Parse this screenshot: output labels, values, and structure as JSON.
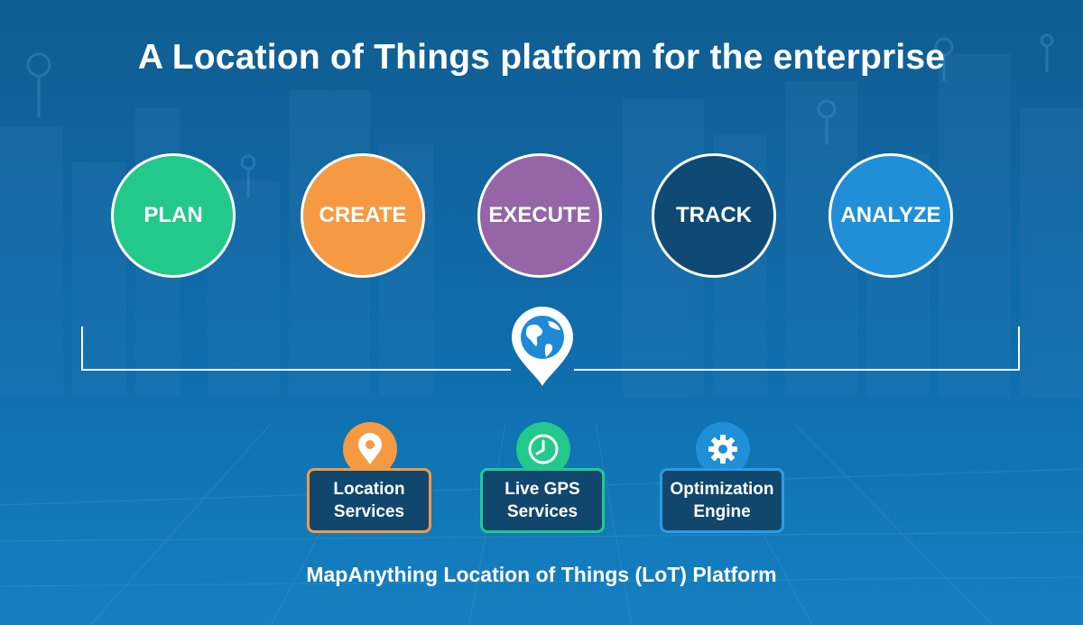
{
  "title": "A Location of Things platform for the enterprise",
  "stages": [
    {
      "label": "PLAN",
      "color": "#22c98a"
    },
    {
      "label": "CREATE",
      "color": "#f59a42"
    },
    {
      "label": "EXECUTE",
      "color": "#9565a8"
    },
    {
      "label": "TRACK",
      "color": "#0f4a74"
    },
    {
      "label": "ANALYZE",
      "color": "#1f8fd8"
    }
  ],
  "center_icon": "globe-pin-icon",
  "services": [
    {
      "line1": "Location",
      "line2": "Services",
      "icon": "location-pin-icon",
      "color": "#f59a42"
    },
    {
      "line1": "Live GPS",
      "line2": "Services",
      "icon": "clock-icon",
      "color": "#22c98a"
    },
    {
      "line1": "Optimization",
      "line2": "Engine",
      "icon": "gear-icon",
      "color": "#1f8fd8"
    }
  ],
  "footer": "MapAnything Location of Things (LoT) Platform",
  "colors": {
    "background": "#1167a3",
    "text": "#ffffff"
  }
}
